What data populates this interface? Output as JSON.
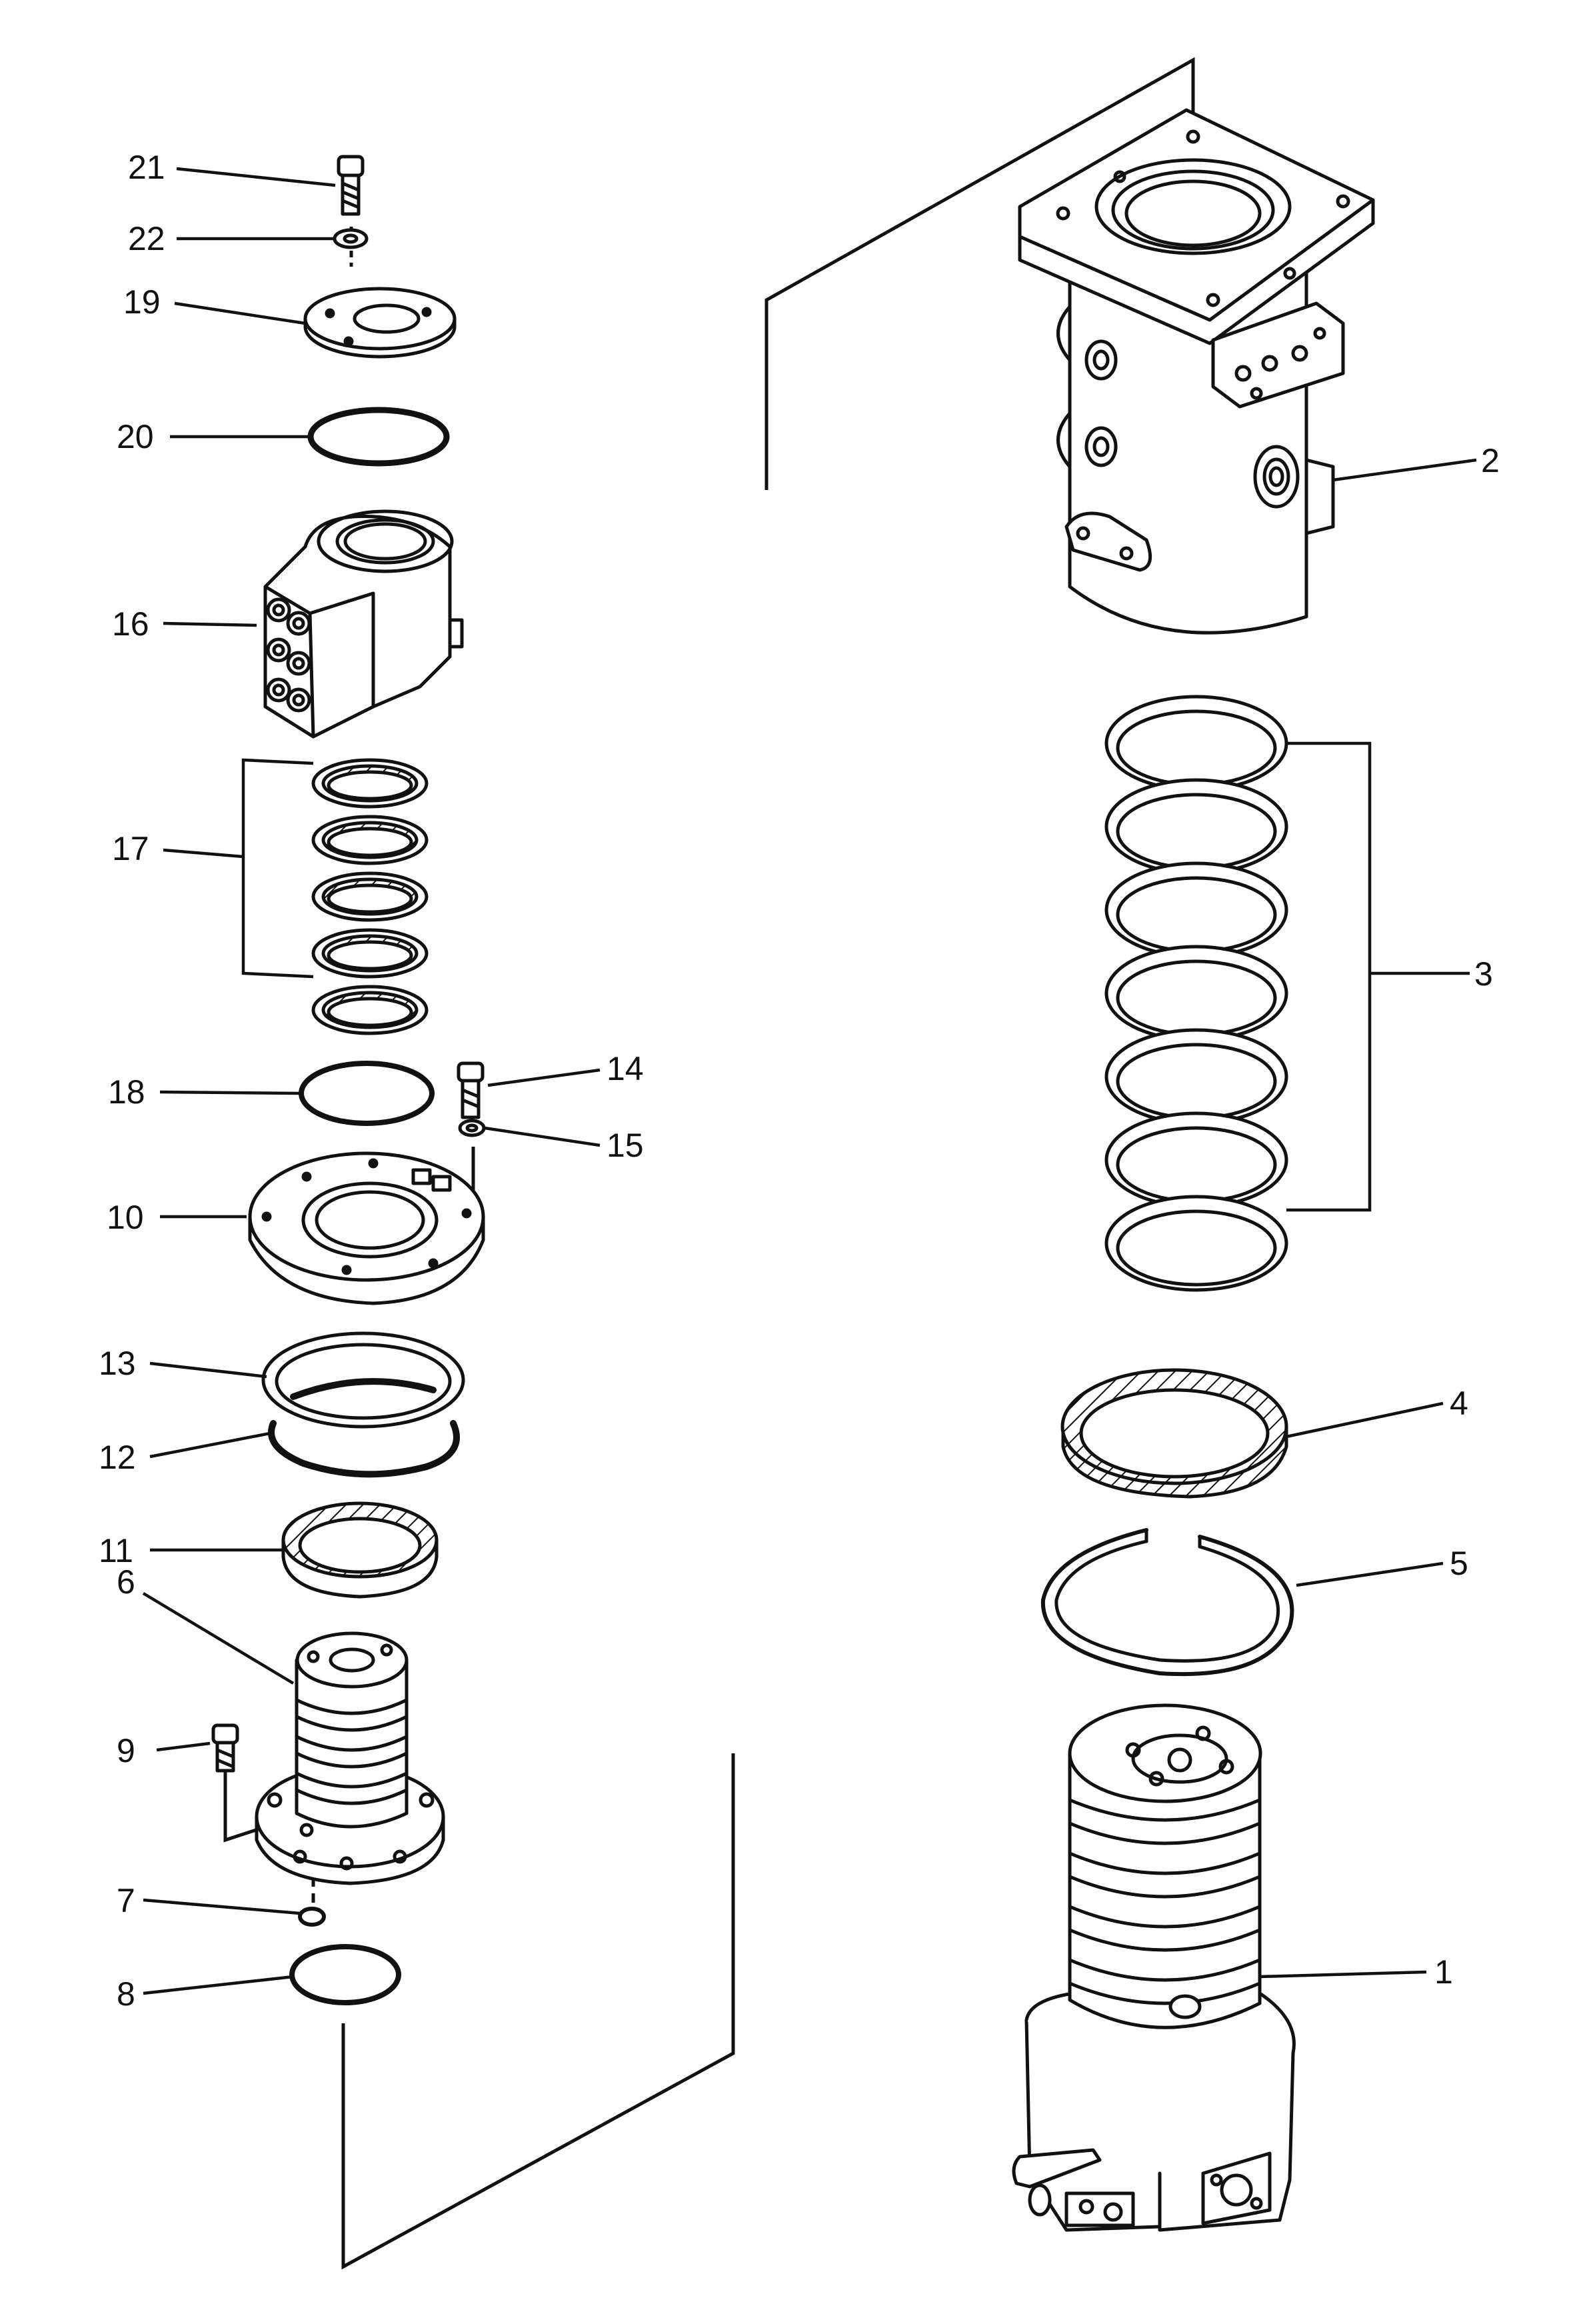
{
  "diagram": {
    "callouts": [
      {
        "id": "1",
        "label": "1"
      },
      {
        "id": "2",
        "label": "2"
      },
      {
        "id": "3",
        "label": "3"
      },
      {
        "id": "4",
        "label": "4"
      },
      {
        "id": "5",
        "label": "5"
      },
      {
        "id": "6",
        "label": "6"
      },
      {
        "id": "7",
        "label": "7"
      },
      {
        "id": "8",
        "label": "8"
      },
      {
        "id": "9",
        "label": "9"
      },
      {
        "id": "10",
        "label": "10"
      },
      {
        "id": "11",
        "label": "11"
      },
      {
        "id": "12",
        "label": "12"
      },
      {
        "id": "13",
        "label": "13"
      },
      {
        "id": "14",
        "label": "14"
      },
      {
        "id": "15",
        "label": "15"
      },
      {
        "id": "16",
        "label": "16"
      },
      {
        "id": "17",
        "label": "17"
      },
      {
        "id": "18",
        "label": "18"
      },
      {
        "id": "19",
        "label": "19"
      },
      {
        "id": "20",
        "label": "20"
      },
      {
        "id": "21",
        "label": "21"
      },
      {
        "id": "22",
        "label": "22"
      }
    ]
  }
}
